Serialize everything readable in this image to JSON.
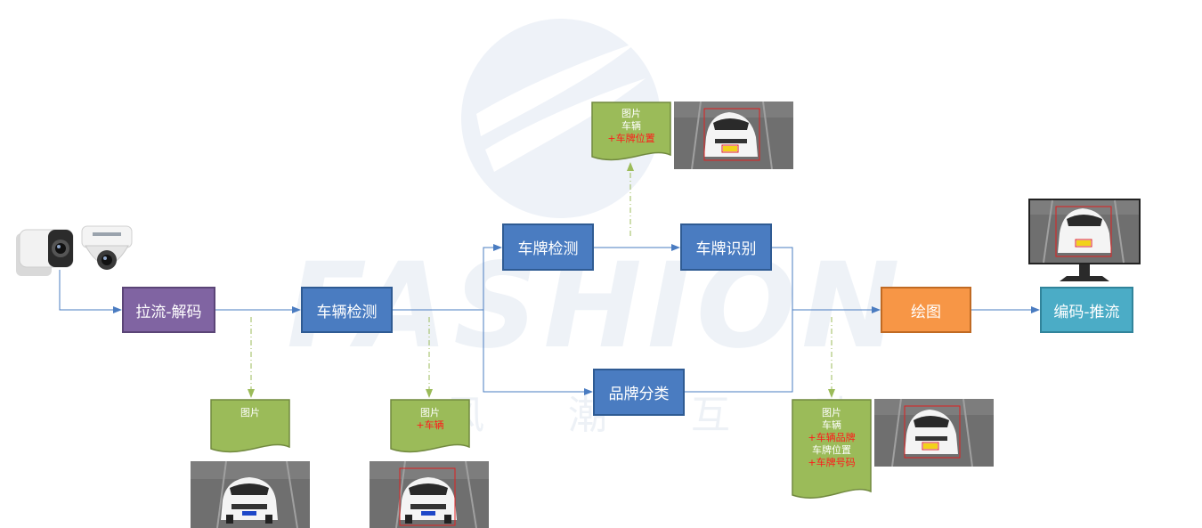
{
  "watermark": {
    "brand": "FASHION",
    "tagline": "风 潮 互 动"
  },
  "nodes": {
    "pull_decode": "拉流-解码",
    "vehicle_detect": "车辆检测",
    "plate_detect": "车牌检测",
    "plate_recognize": "车牌识别",
    "brand_classify": "品牌分类",
    "draw": "绘图",
    "encode_push": "编码-推流"
  },
  "documents": {
    "after_decode": [
      {
        "text": "图片",
        "red": false
      }
    ],
    "after_vehicle": [
      {
        "text": "图片",
        "red": false
      },
      {
        "text": "+车辆",
        "red": true
      }
    ],
    "after_plate": [
      {
        "text": "图片",
        "red": false
      },
      {
        "text": "车辆",
        "red": false
      },
      {
        "text": "+车牌位置",
        "red": true
      }
    ],
    "before_draw": [
      {
        "text": "图片",
        "red": false
      },
      {
        "text": "车辆",
        "red": false
      },
      {
        "text": "+车辆品牌",
        "red": true
      },
      {
        "text": "车牌位置",
        "red": false
      },
      {
        "text": "+车牌号码",
        "red": true
      }
    ]
  },
  "colors": {
    "process_blue": "#4a7cc1",
    "process_purple": "#8064a2",
    "process_orange": "#f79646",
    "process_teal": "#4bacc6",
    "document_green": "#9bbb59",
    "arrow": "#4a7cc1",
    "dashed": "#9bbb59",
    "highlight_text": "#ff1a1a"
  },
  "icons": [
    "bullet-camera-icon",
    "dome-camera-icon",
    "monitor-icon",
    "car-photo-icon"
  ]
}
